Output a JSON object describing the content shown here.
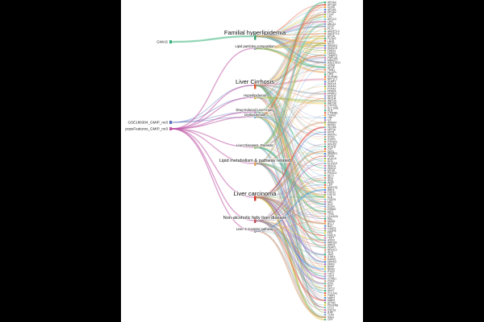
{
  "sources": [
    {
      "id": "gwas",
      "label": "GWAS"
    },
    {
      "id": "gse",
      "label": "GSE186304_GMIP_no3"
    },
    {
      "id": "pops",
      "label": "popsFeatures_GMIP_no3"
    }
  ],
  "diseases": [
    {
      "id": "fh",
      "label": "Familial hyperlipidemia",
      "size": "large",
      "bar": "#2f9e6b"
    },
    {
      "id": "lpc",
      "label": "Lipid particles composition",
      "size": "small",
      "bar": "#9aa5b1"
    },
    {
      "id": "lc",
      "label": "Liver Cirrhosis",
      "size": "large",
      "bar": "#e4572e"
    },
    {
      "id": "hyper",
      "label": "Hyperlipidemia",
      "size": "small",
      "bar": "#c9a227"
    },
    {
      "id": "dili",
      "label": "Drug-Induced Liver Injury",
      "size": "small",
      "bar": "#b565a7"
    },
    {
      "id": "dys",
      "label": "Dyslipidemias",
      "size": "small",
      "bar": "#7fb3d5"
    },
    {
      "id": "ldp",
      "label": "Liver Diseases, Parasitic",
      "size": "small",
      "bar": "#a3c586"
    },
    {
      "id": "lmp",
      "label": "Lipid metabolism & pathway related",
      "size": "medium",
      "bar": "#e6a35c"
    },
    {
      "id": "lca",
      "label": "Liver carcinoma",
      "size": "large",
      "bar": "#d7301f"
    },
    {
      "id": "nafld",
      "label": "Non-alcoholic fatty liver disease",
      "size": "medium",
      "bar": "#c44e52"
    },
    {
      "id": "lxr",
      "label": "Liver X receptor pathway",
      "size": "small",
      "bar": "#8c8c8c"
    }
  ],
  "genes": [
    "APOA4",
    "APOA5",
    "GCKR",
    "APOA1",
    "APOA2",
    "LCAT",
    "LPL",
    "APOC3",
    "LIPC",
    "ABCA1",
    "CETP",
    "PLTP",
    "ANGPTL3",
    "ANGPTL4",
    "APOB",
    "PCSK9",
    "LDLR",
    "MTTP",
    "SREBF2",
    "HMGCR",
    "FADS1",
    "FADS2",
    "TM6SF2",
    "PNPLA3",
    "MBOAT7",
    "HSD17B13",
    "GPAM",
    "APOE",
    "TRIB1",
    "MLXIPL",
    "LIPG",
    "SCARB1",
    "NPC1L1",
    "SORT1",
    "HNF1A",
    "HNF4A",
    "FOXA2",
    "PPARA",
    "PPARG",
    "NR1H3",
    "NR1H4",
    "ABCG5",
    "ABCG8",
    "CYP7A1",
    "SLC10A1",
    "ALB",
    "CTNNB1",
    "TGFB1",
    "TNF",
    "IL6",
    "SMAD4",
    "NFKB1",
    "VEGFA",
    "KRT18",
    "KRT8",
    "HMOX1",
    "SOD2",
    "GSTP1",
    "CYP2E1",
    "ADH1B",
    "ALDH2",
    "CAT",
    "GPX1",
    "SREBF1",
    "FASN",
    "ACACA",
    "SCD",
    "ELOVL6",
    "INSIG1",
    "INSIG2",
    "MTOR",
    "PIK3CA",
    "AKT1",
    "IRS1",
    "IRS2",
    "INSR",
    "LEP",
    "ADIPOQ",
    "RBP4",
    "FGF21",
    "FGF19",
    "KLB",
    "FGFR4",
    "MET",
    "HGF",
    "EGFR",
    "ERBB2",
    "MYC",
    "TP53",
    "CDKN2A",
    "RB1",
    "MDM2",
    "BCL2",
    "BAX",
    "CASP3",
    "CASP8",
    "FAS",
    "FASLG",
    "TERT",
    "AXIN1",
    "ARID1A",
    "ARID2",
    "KEAP1",
    "NFE2L2",
    "IDH1",
    "JAK1",
    "STAT3",
    "MAPK1",
    "MAPK3",
    "KRAS",
    "BRAF",
    "NRAS",
    "PTEN",
    "TSC1",
    "TSC2",
    "CCND1",
    "CDK4",
    "E2F1",
    "AFP",
    "GPC3",
    "SPP1",
    "COL1A1",
    "TIMP1",
    "MMP2",
    "MMP9",
    "ACTA2",
    "PDGFRB",
    "CCL2",
    "CXCL8",
    "IL1B",
    "TLR4",
    "SAA1",
    "CRP"
  ],
  "colors": {
    "sources": [
      "#39b27a",
      "#5a6fb8",
      "#c05aa8"
    ],
    "palette": [
      "#39b27a",
      "#e85d4a",
      "#f0a33a",
      "#4a90d9",
      "#b06ab3",
      "#8fb85a",
      "#e6c94a",
      "#6ec6c9",
      "#d97a9c",
      "#9a8fd0",
      "#7fa6c9",
      "#c99a6e",
      "#5fbf9a",
      "#e08a5a",
      "#aab4be"
    ]
  }
}
